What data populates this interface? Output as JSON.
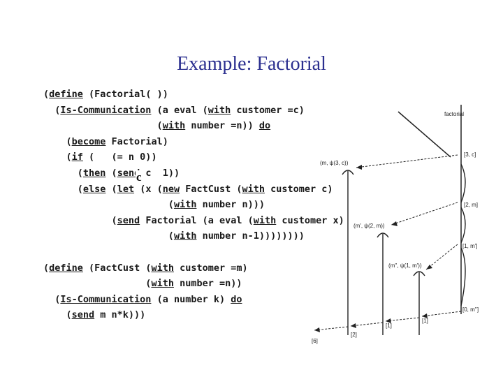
{
  "title": "Example: Factorial",
  "code_lines": [
    "(define (Factorial( ))",
    "  (Is-Communication (a eval (with customer =c)",
    "                    (with number =n)) do",
    "    (become Factorial)",
    "    (if (   (= n 0))",
    "      (then (send c  1))",
    "      (else (let (x (new FactCust (with customer c)",
    "                      (with number n)))",
    "            (send Factorial (a eval (with customer x)",
    "                      (with number n-1))))))))",
    "",
    "(define (FactCust (with customer =m)",
    "                  (with number =n))",
    "  (Is-Communication (a number k) do",
    "    (send m n*k)))"
  ],
  "code_overlay": {
    "send_target": "c"
  },
  "diagram": {
    "actor_label": "factorial",
    "event_labels": [
      "[3, c]",
      "[2, m]",
      "[1, m']",
      "[0, m'']"
    ],
    "message_labels": [
      "(m, ψ(3, c))",
      "(m', ψ(2, m))",
      "(m'', ψ(1, m'))"
    ],
    "reply_labels": [
      "[6]",
      "[2]",
      "[1]",
      "[1]"
    ]
  }
}
